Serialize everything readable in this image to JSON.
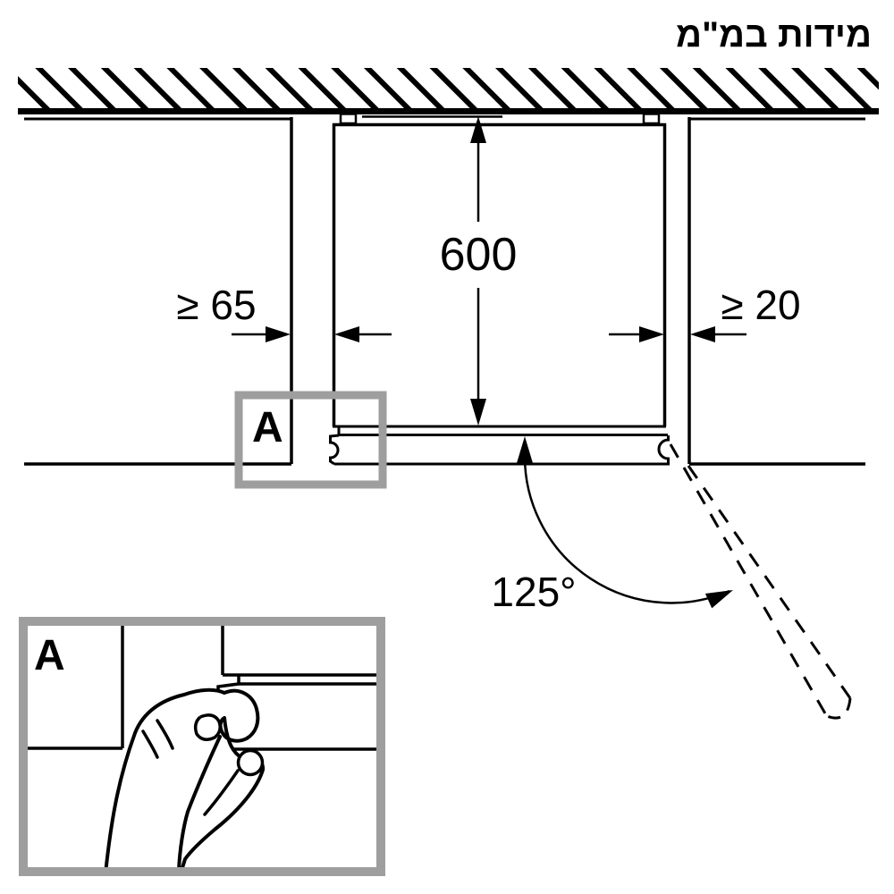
{
  "title": "מידות במ\"מ",
  "diagram": {
    "depth": "600",
    "left_clearance": "≥ 65",
    "right_clearance": "≥ 20",
    "door_angle": "125°",
    "callout_label": "A"
  },
  "detail": {
    "label": "A"
  },
  "colors": {
    "line": "#000000",
    "callout_gray": "#9e9e9e",
    "background": "#ffffff"
  }
}
